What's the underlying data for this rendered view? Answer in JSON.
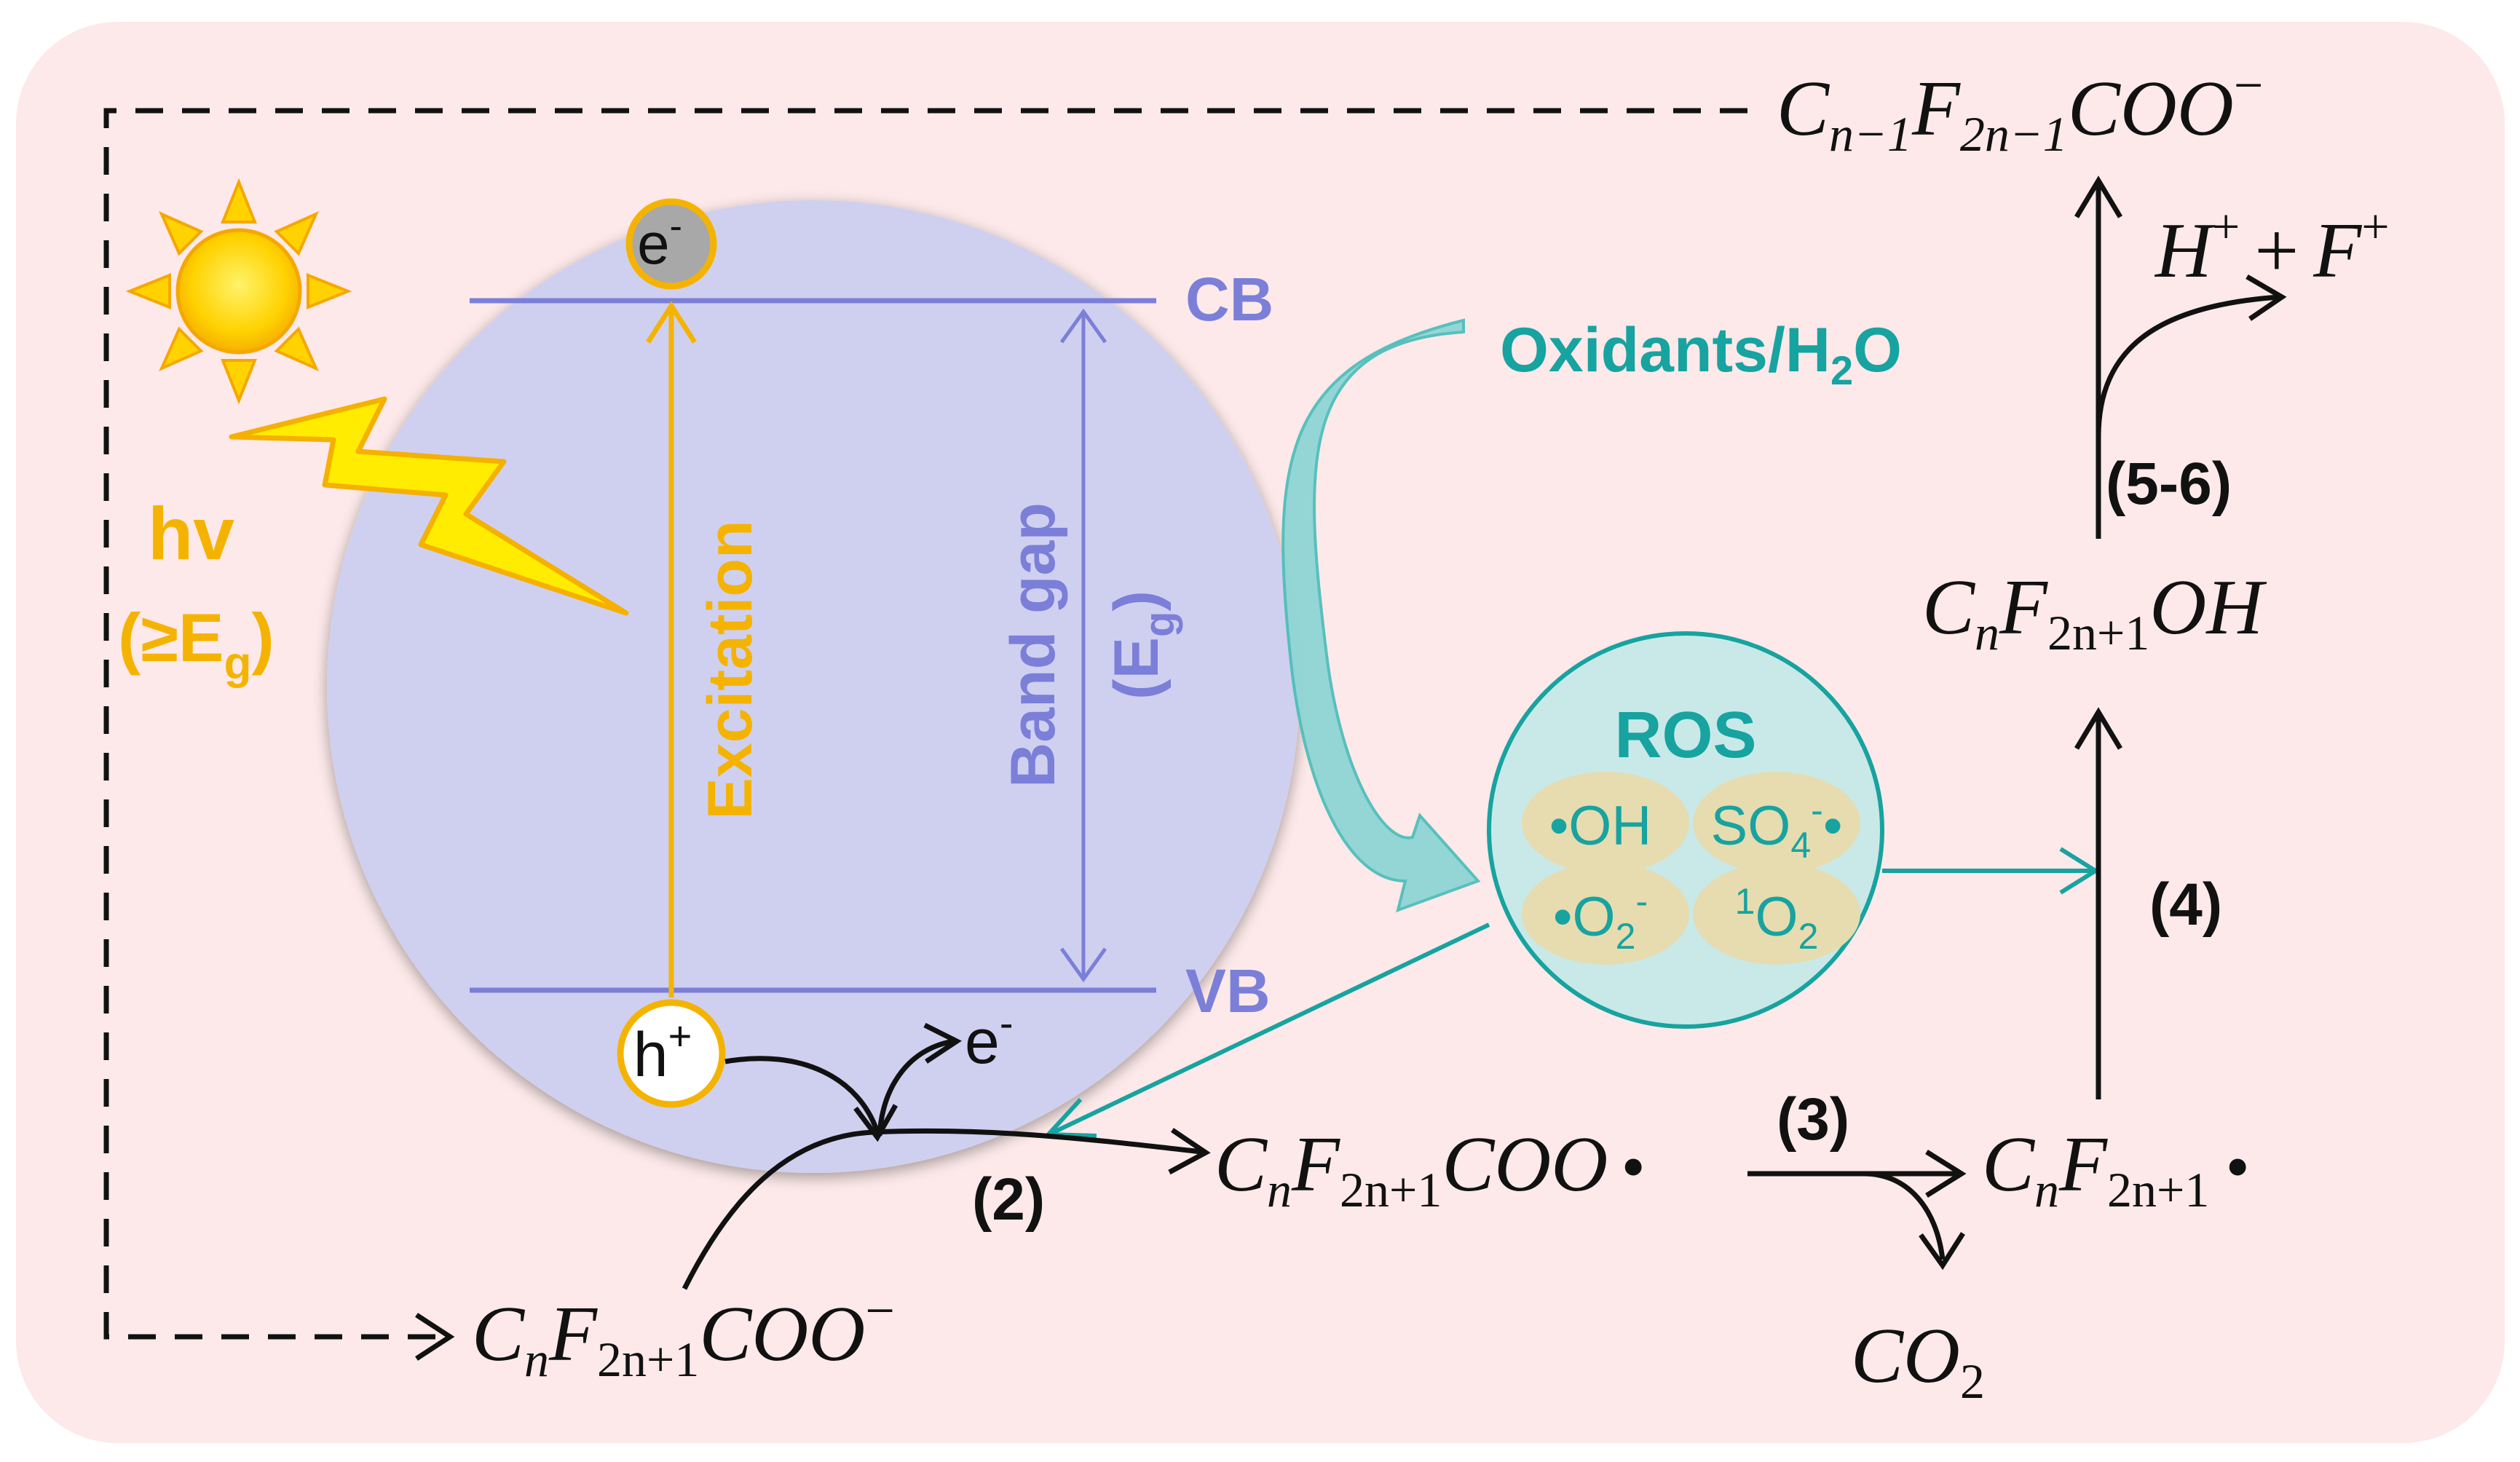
{
  "colors": {
    "background": "#fde9e9",
    "particle": "#cfd0f0",
    "band": "#7b7fd8",
    "excitation": "#f5b301",
    "teal": "#17a3a0",
    "ros_fill": "#c8e9e8",
    "ros_bubble": "#e6dcb0",
    "black": "#111111"
  },
  "semiconductor": {
    "cb_label": "CB",
    "vb_label": "VB",
    "band_gap_label": "Band gap",
    "eg_open": "(E",
    "eg_sub": "g",
    "eg_close": ")",
    "excitation_label": "Excitation",
    "electron": {
      "base": "e",
      "sup": "-"
    },
    "hole": {
      "base": "h",
      "sup": "+"
    }
  },
  "light": {
    "hv_label": "hv",
    "hv_cond_open": "(≥E",
    "hv_cond_sub": "g",
    "hv_cond_close": ")",
    "icons": [
      "sun-icon",
      "lightning-icon"
    ]
  },
  "oxidants": {
    "text": "Oxidants/H",
    "sub": "2",
    "tail": "O"
  },
  "ros": {
    "title": "ROS",
    "oh": "•OH",
    "so4": {
      "base": "SO",
      "sub": "4",
      "sup": "-",
      "tail": "•"
    },
    "o2": {
      "base": "•O",
      "sub": "2",
      "sup": "-"
    },
    "singlet_o2": {
      "sup": "1",
      "base": "O",
      "sub": "2"
    }
  },
  "free_electron": {
    "base": "e",
    "sup": "-"
  },
  "steps": {
    "step2": "(2)",
    "step3": "(3)",
    "step4": "(4)",
    "step56": "(5-6)"
  },
  "species": {
    "reactant": {
      "a": "C",
      "a_sub": "n",
      "b": "F",
      "b_sub": "2n+1",
      "c": "COO",
      "sup": "−"
    },
    "radical_coo": {
      "a": "C",
      "a_sub": "n",
      "b": "F",
      "b_sub": "2n+1",
      "c": "COO",
      "dot": "•"
    },
    "radical_cf": {
      "a": "C",
      "a_sub": "n",
      "b": "F",
      "b_sub": "2n+1",
      "dot": "•"
    },
    "co2": {
      "a": "CO",
      "a_sub": "2"
    },
    "alcohol": {
      "a": "C",
      "a_sub": "n",
      "b": "F",
      "b_sub": "2n+1",
      "c": "OH"
    },
    "ions": {
      "a": "H",
      "a_sup": "+",
      "plus": "+",
      "b": "F",
      "b_sup": "+"
    },
    "product": {
      "a": "C",
      "a_sub": "n−1",
      "b": "F",
      "b_sub": "2n−1",
      "c": "COO",
      "sup": "−"
    }
  }
}
